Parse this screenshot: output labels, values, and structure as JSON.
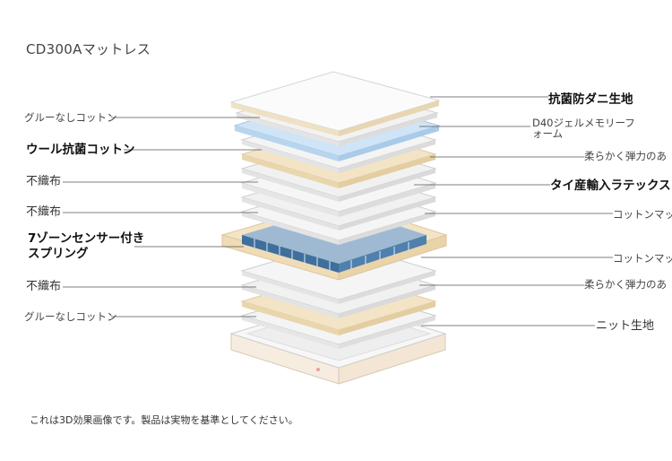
{
  "title": "CD300Aマットレス",
  "labels_left": [
    "グルーなしコットン",
    "ウール抗菌コットン",
    "不織布",
    "不織布",
    "7ゾーンセンサー付き",
    "スプリング",
    "不織布",
    "グルーなしコットン"
  ],
  "labels_right": [
    "抗菌防ダニ生地",
    "D40ジェルメモリーフ",
    "ォーム",
    "柔らかく弾力のあ",
    "タイ産輸入ラテックス",
    "コットンマッ",
    "コットンマッ",
    "柔らかく弾力のあ",
    "ニット生地"
  ],
  "footnote": "これは3D効果画像です。製品は実物を基準としてください。",
  "colors": {
    "fabric": "#f2f2f2",
    "cream": "#f3e4c6",
    "blue_gel": "#cfe4f6",
    "spring_blue": "#3f6f9c",
    "leader_line": "#555555"
  }
}
